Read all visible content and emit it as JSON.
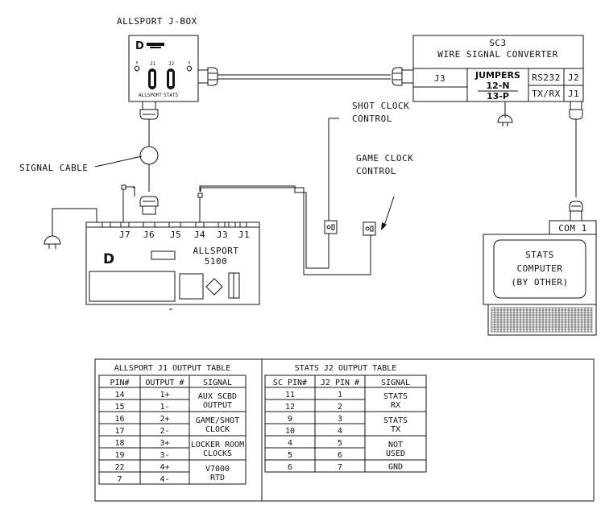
{
  "labels": {
    "jbox_title": "ALLSPORT J-BOX",
    "jbox_j1": "J1",
    "jbox_j2": "J2",
    "jbox_allsport": "ALLSPORT",
    "jbox_stats": "STATS",
    "sc3_line1": "SC3",
    "sc3_line2": "WIRE SIGNAL CONVERTER",
    "sc3_j3": "J3",
    "sc3_jumpers": "JUMPERS",
    "sc3_12n": "12-N",
    "sc3_13p": "13-P",
    "sc3_rs232": "RS232",
    "sc3_txrx": "TX/RX",
    "sc3_j2": "J2",
    "sc3_j1": "J1",
    "shot_clock_1": "SHOT CLOCK",
    "shot_clock_2": "CONTROL",
    "game_clock_1": "GAME CLOCK",
    "game_clock_2": "CONTROL",
    "signal_cable": "SIGNAL CABLE",
    "as_j7": "J7",
    "as_j6": "J6",
    "as_j5": "J5",
    "as_j4": "J4",
    "as_j3": "J3",
    "as_j1": "J1",
    "as_name1": "ALLSPORT",
    "as_name2": "5100",
    "com1": "COM 1",
    "stats1": "STATS",
    "stats2": "COMPUTER",
    "stats3": "(BY OTHER)",
    "logo_letter": "D"
  },
  "j1_table": {
    "title": "ALLSPORT J1 OUTPUT TABLE",
    "headers": [
      "PIN#",
      "OUTPUT #",
      "SIGNAL"
    ],
    "rows": [
      [
        "14",
        "1+"
      ],
      [
        "15",
        "1-"
      ],
      [
        "16",
        "2+"
      ],
      [
        "17",
        "2-"
      ],
      [
        "18",
        "3+"
      ],
      [
        "19",
        "3-"
      ],
      [
        "22",
        "4+"
      ],
      [
        "7",
        "4-"
      ]
    ],
    "signals": [
      [
        "AUX SCBD",
        "OUTPUT"
      ],
      [
        "GAME/SHOT",
        "CLOCK"
      ],
      [
        "LOCKER ROOM",
        "CLOCKS"
      ],
      [
        "V7000",
        "RTD"
      ]
    ]
  },
  "j2_table": {
    "title": "STATS J2 OUTPUT TABLE",
    "headers": [
      "SC PIN#",
      "J2 PIN #",
      "SIGNAL"
    ],
    "rows": [
      [
        "11",
        "1"
      ],
      [
        "12",
        "2"
      ],
      [
        "9",
        "3"
      ],
      [
        "10",
        "4"
      ],
      [
        "4",
        "5"
      ],
      [
        "5",
        "6"
      ],
      [
        "6",
        "7"
      ]
    ],
    "signals": [
      [
        "STATS",
        "RX"
      ],
      [
        "STATS",
        "TX"
      ],
      [
        "NOT",
        "USED"
      ],
      [
        "GND"
      ]
    ]
  }
}
